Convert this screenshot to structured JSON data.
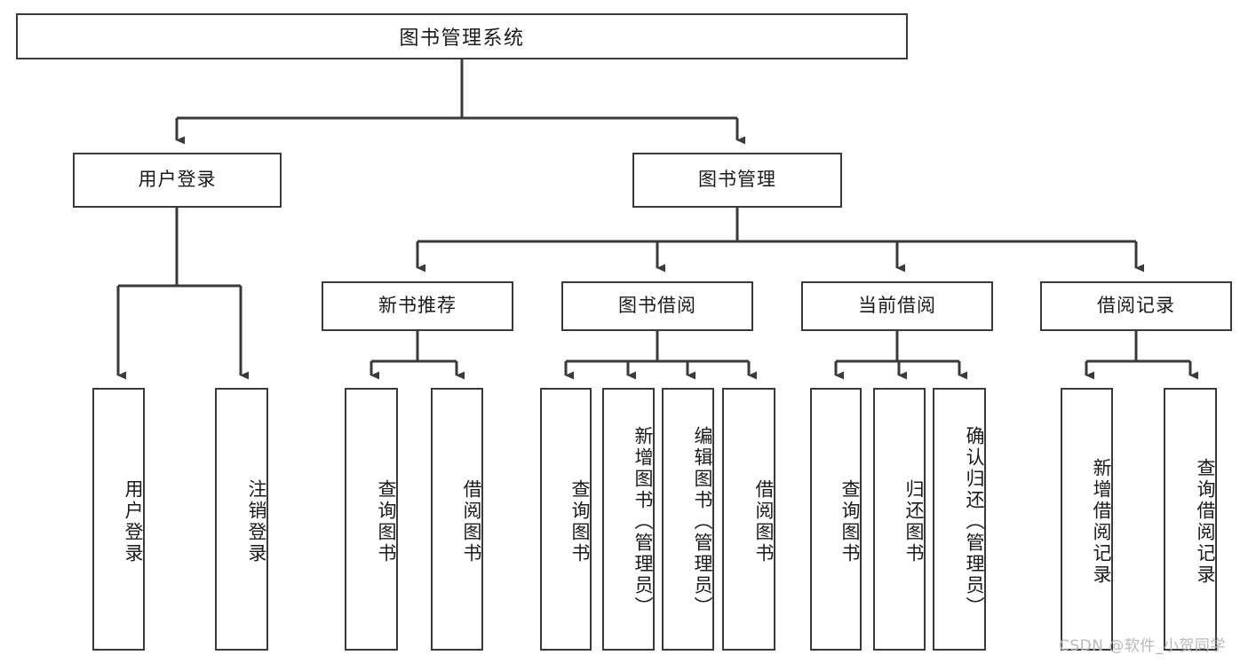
{
  "diagram": {
    "title": "图书管理系统",
    "type": "tree-hierarchy",
    "line_color": "#3a3a3a",
    "box_fill": "#ffffff",
    "text_color": "#1a1a1a",
    "levels": {
      "root": {
        "label": "图书管理系统"
      },
      "level2": [
        {
          "label": "用户登录"
        },
        {
          "label": "图书管理"
        }
      ],
      "level3": [
        {
          "label": "新书推荐"
        },
        {
          "label": "图书借阅"
        },
        {
          "label": "当前借阅"
        },
        {
          "label": "借阅记录"
        }
      ],
      "leaves": [
        {
          "label": "用户登录",
          "parent": "用户登录"
        },
        {
          "label": "注销登录",
          "parent": "用户登录"
        },
        {
          "label": "查询图书",
          "parent": "新书推荐"
        },
        {
          "label": "借阅图书",
          "parent": "新书推荐"
        },
        {
          "label": "查询图书",
          "parent": "图书借阅"
        },
        {
          "label": "新增图书（管理员）",
          "parent": "图书借阅"
        },
        {
          "label": "编辑图书（管理员）",
          "parent": "图书借阅"
        },
        {
          "label": "借阅图书",
          "parent": "图书借阅"
        },
        {
          "label": "查询图书",
          "parent": "当前借阅"
        },
        {
          "label": "归还图书",
          "parent": "当前借阅"
        },
        {
          "label": "确认归还（管理员）",
          "parent": "当前借阅"
        },
        {
          "label": "新增借阅记录",
          "parent": "借阅记录"
        },
        {
          "label": "查询借阅记录",
          "parent": "借阅记录"
        }
      ]
    }
  },
  "watermark": {
    "text": "CSDN @软件_小贺同学",
    "color": "#b9b9b9"
  }
}
